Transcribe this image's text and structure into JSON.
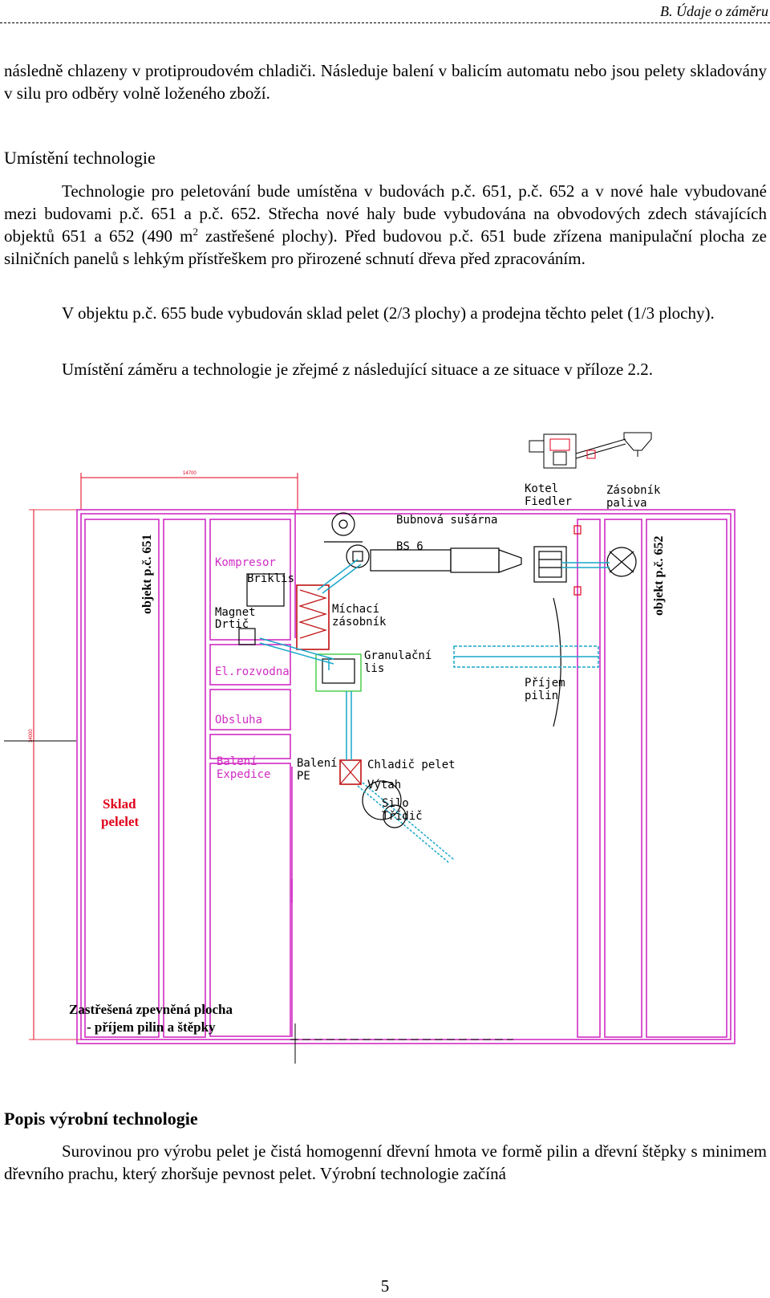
{
  "header": {
    "section": "B. Údaje o záměru"
  },
  "paragraphs": {
    "p1": "následně chlazeny v protiproudovém chladiči. Následuje balení v balicím automatu nebo jsou pelety skladovány v silu pro odběry volně loženého zboží.",
    "p2_a": "Technologie pro peletování bude umístěna v budovách p.č. 651, p.č. 652 a v nové hale vybudované mezi budovami p.č. 651 a p.č. 652. Střecha nové haly bude vybudována na obvodových zdech stávajících objektů 651 a 652 (490 m",
    "p2_sup": "2",
    "p2_b": " zastřešené plochy). Před budovou p.č. 651 bude zřízena manipulační plocha ze silničních panelů s lehkým přístřeškem pro přirozené schnutí dřeva před zpracováním.",
    "p3": "V objektu p.č. 655 bude vybudován sklad pelet (2/3 plochy) a prodejna těchto pelet (1/3 plochy).",
    "p4": "Umístění záměru a technologie je zřejmé z následující situace a ze situace v příloze 2.2.",
    "p5": "Surovinou pro výrobu pelet je čistá homogenní dřevní hmota ve formě pilin a dřevní štěpky s minimem dřevního prachu, který zhoršuje pevnost pelet. Výrobní technologie začíná"
  },
  "headings": {
    "umisteni": "Umístění technologie",
    "popis": "Popis výrobní technologie"
  },
  "plan": {
    "dim_top": "14700",
    "dim_left": "34000",
    "objekt_651": "objekt p.č. 651",
    "objekt_652": "objekt p.č. 652",
    "kotel_1": "Kotel",
    "kotel_2": "Fiedler",
    "zasobnik_1": "Zásobník",
    "zasobnik_2": "paliva",
    "bubnova": "Bubnová sušárna",
    "bs6": "BS 6",
    "kompresor": "Kompresor",
    "briklis": "Briklis",
    "magnet": "Magnet",
    "drtic": "Drtič",
    "michaci_1": "Míchací",
    "michaci_2": "zásobník",
    "granulacni_1": "Granulační",
    "granulacni_2": "lis",
    "el": "El.rozvodna",
    "prijem_1": "Příjem",
    "prijem_2": "pilin",
    "obsluha": "Obsluha",
    "baleni_exp_1": "Balení",
    "baleni_exp_2": "Expedice",
    "baleni_pe_1": "Balení",
    "baleni_pe_2": "PE",
    "chladic": "Chladič pelet",
    "vytah": "Výtah",
    "silo": "Silo",
    "tridic": "Třídič",
    "sklad_1": "Sklad",
    "sklad_2": "pelelet",
    "zastresena_1": "Zastřešená zpevněná plocha",
    "zastresena_2": "- příjem pilin a štěpky"
  },
  "colors": {
    "wall": "#d02cc4",
    "dim": "#e0001a",
    "conveyor": "#19a7c9",
    "equipment": "#c01010",
    "green": "#22c022"
  },
  "page_number": "5"
}
